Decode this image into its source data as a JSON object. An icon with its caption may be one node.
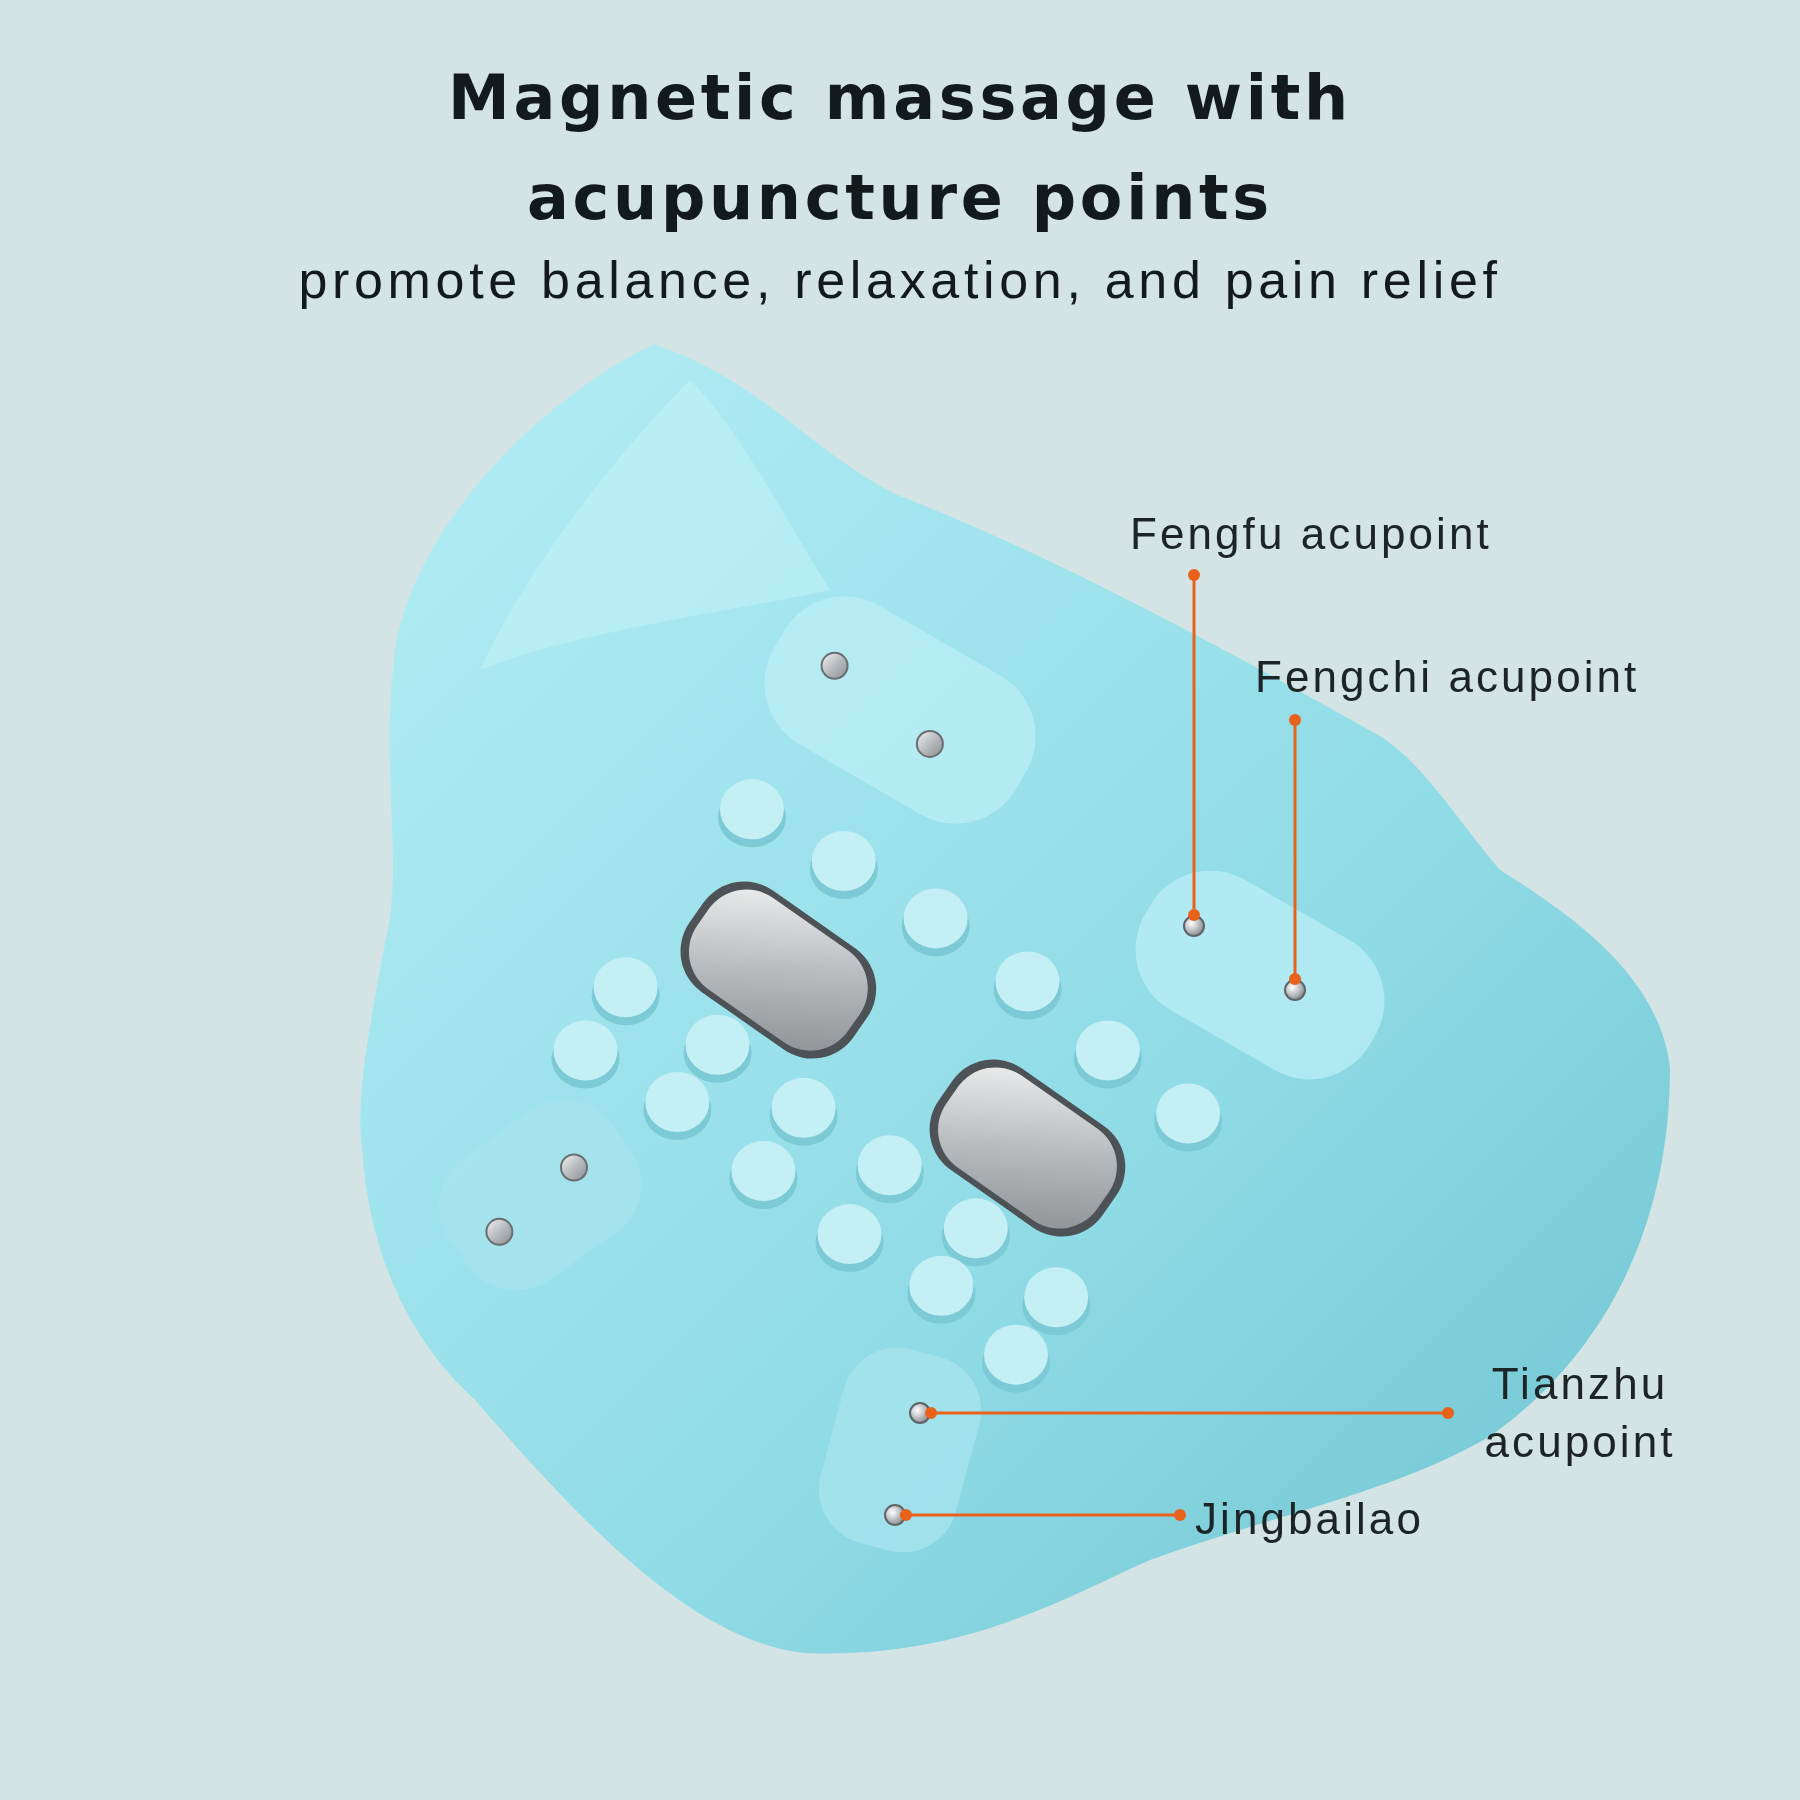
{
  "diagram": {
    "title": "Magnetic massage with acupuncture points",
    "nodes": [
      {
        "text": [],
        "shape": "picture"
      },
      {
        "text": [
          "Fengfu acupoint"
        ]
      },
      {
        "text": [
          "Fengchi acupoint"
        ]
      },
      {
        "text": [
          "Tianzhu acupoint"
        ]
      },
      {
        "text": [
          "Jingbailao"
        ]
      },
      {
        "text": [],
        "shape": "circle",
        "in": 0
      },
      {
        "text": [],
        "shape": "circle",
        "in": 0
      },
      {
        "text": [],
        "shape": "circle",
        "in": 0
      },
      {
        "text": [],
        "shape": "circle",
        "in": 0
      }
    ],
    "edges": [
      {
        "from": 1,
        "to": 5,
        "arrow": "other",
        "color": "#e8621c"
      },
      {
        "from": 2,
        "to": 6,
        "arrow": "other",
        "color": "#e8621c"
      },
      {
        "from": 3,
        "to": 7,
        "arrow": "other",
        "color": "#e8621c"
      },
      {
        "from": 4,
        "to": 8,
        "arrow": "other",
        "color": "#e8621c"
      }
    ],
    "labels": [
      "promote balance, relaxation, and pain relief"
    ]
  }
}
